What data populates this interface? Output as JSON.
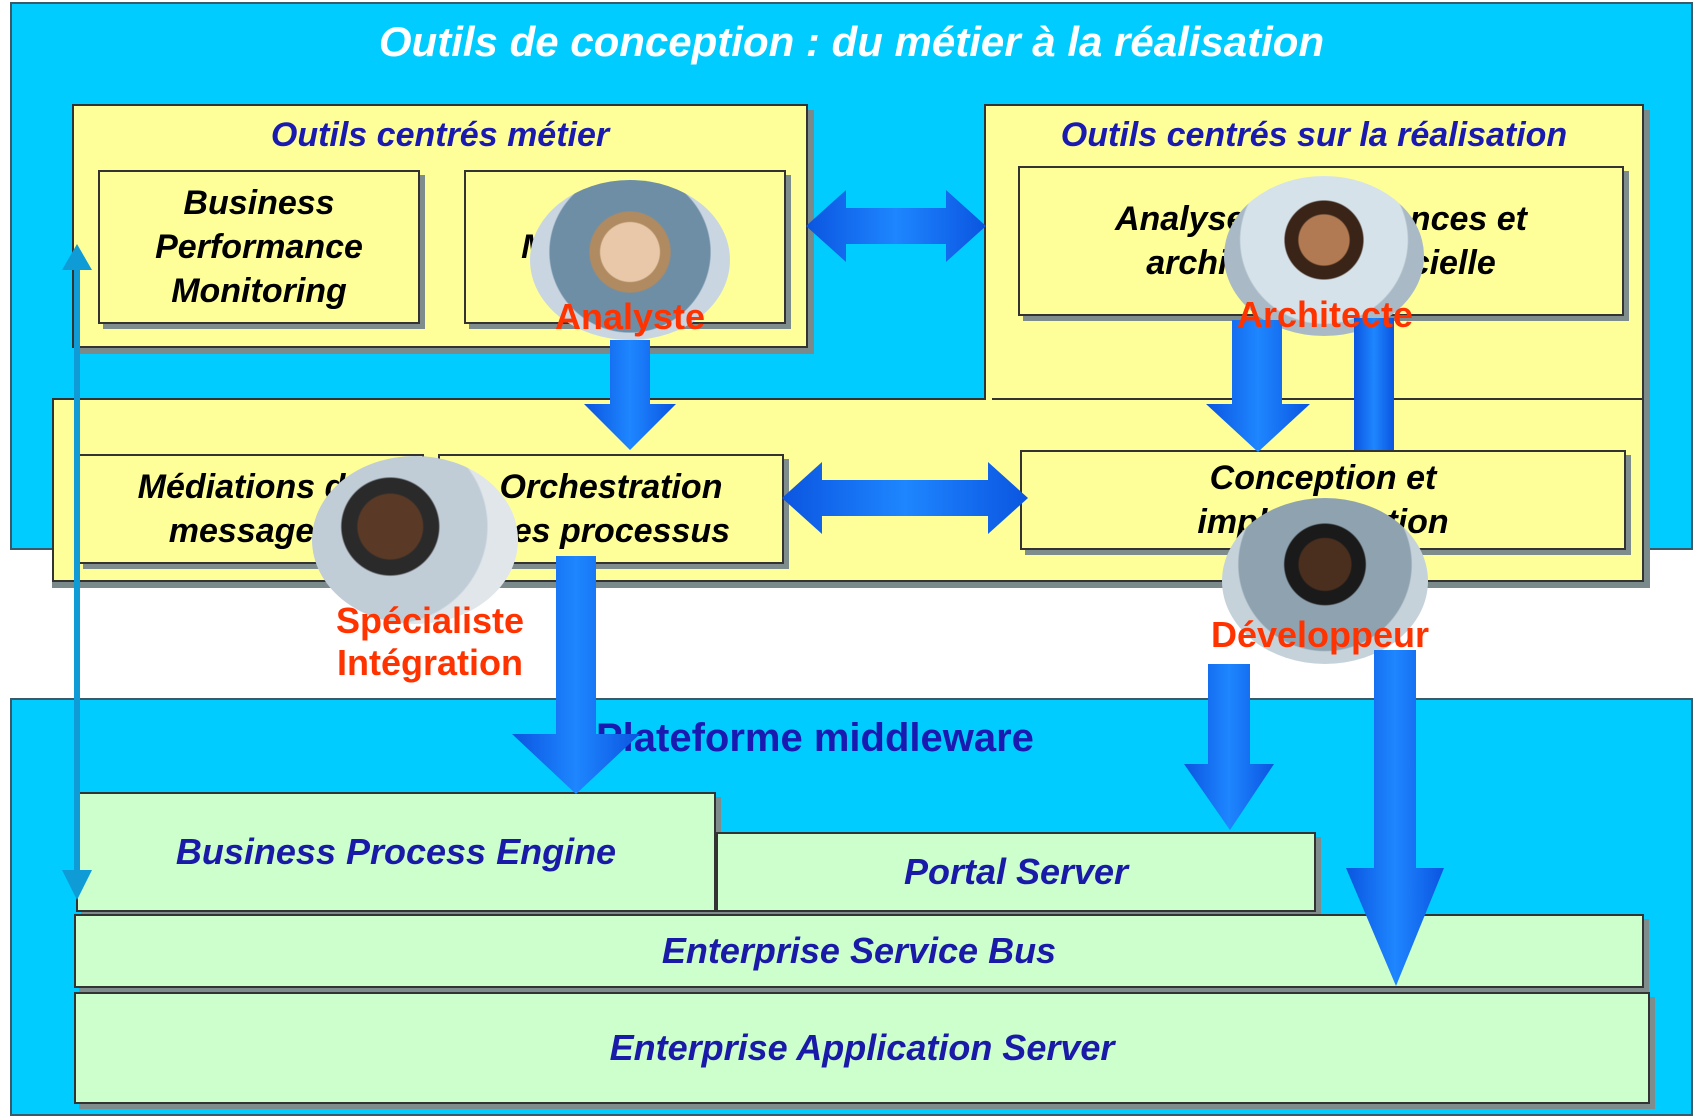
{
  "title": "Outils de conception : du métier à la réalisation",
  "business_tools": {
    "label": "Outils centrés métier",
    "items": [
      "Business\nPerformance\nMonitoring",
      "Modélisation"
    ]
  },
  "realization_tools": {
    "label": "Outils centrés sur la réalisation",
    "items": [
      "Analyse des exigences et\narchitecture logicielle",
      "Conception et\nimplémentation"
    ]
  },
  "integration_tools": {
    "items": [
      "Médiations de\nmessages",
      "Orchestration\ndes processus"
    ]
  },
  "roles": {
    "analyst": "Analyste",
    "architect": "Architecte",
    "integration_specialist": "Spécialiste\nIntégration",
    "developer": "Développeur"
  },
  "platform": {
    "label": "Plateforme middleware",
    "layers": {
      "bpe": "Business Process Engine",
      "portal": "Portal Server",
      "esb": "Enterprise Service Bus",
      "eas": "Enterprise Application Server"
    }
  },
  "colors": {
    "panel": "#00ccff",
    "tool_box": "#ffff99",
    "layer_box": "#ccffcc",
    "arrow": "#0a6cff",
    "role_text": "#ff3300",
    "heading_text": "#1a1ab0"
  }
}
